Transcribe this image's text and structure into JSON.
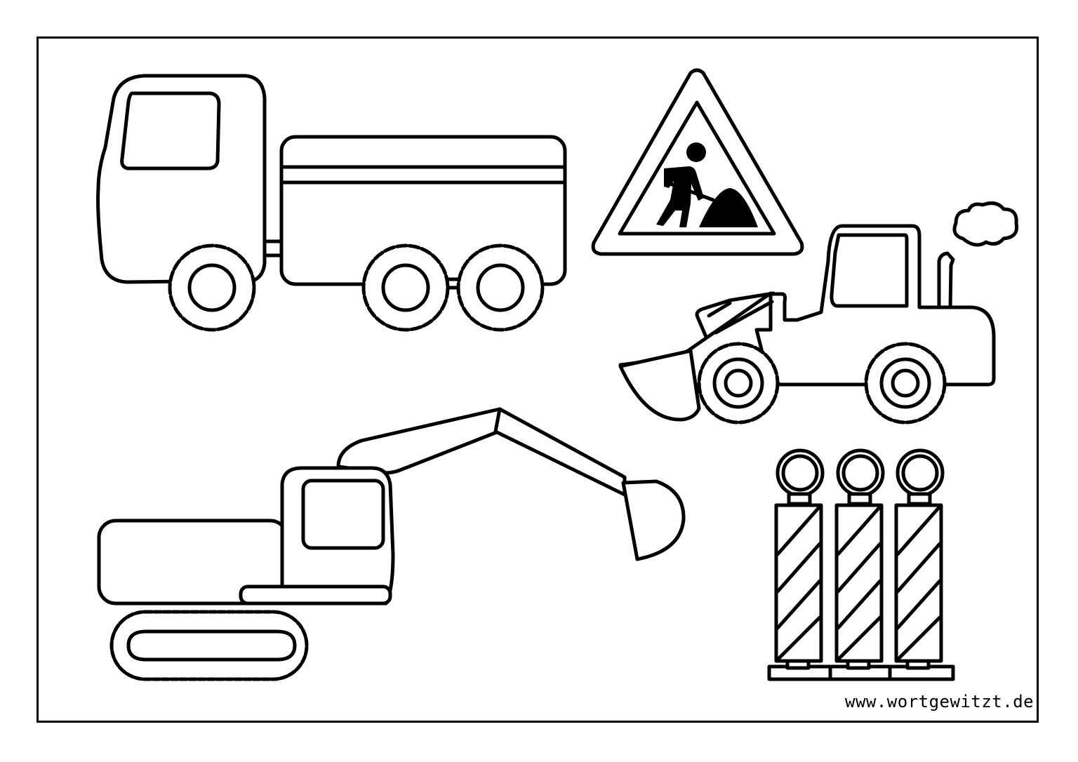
{
  "page": {
    "type": "coloring-page",
    "theme": "construction site",
    "background_color": "#ffffff",
    "line_color": "#000000"
  },
  "figures": [
    {
      "id": "dump-truck",
      "label": "Truck with trailer body",
      "wheels": 3
    },
    {
      "id": "roadworks-sign",
      "label": "Roadworks warning sign (man with shovel)"
    },
    {
      "id": "wheel-loader",
      "label": "Wheel loader with smoke cloud",
      "wheels": 2
    },
    {
      "id": "excavator",
      "label": "Tracked excavator"
    },
    {
      "id": "warning-beacons",
      "label": "Striped warning beacons with lamps",
      "count": 3
    }
  ],
  "footer": {
    "credit": "www.wortgewitzt.de"
  }
}
